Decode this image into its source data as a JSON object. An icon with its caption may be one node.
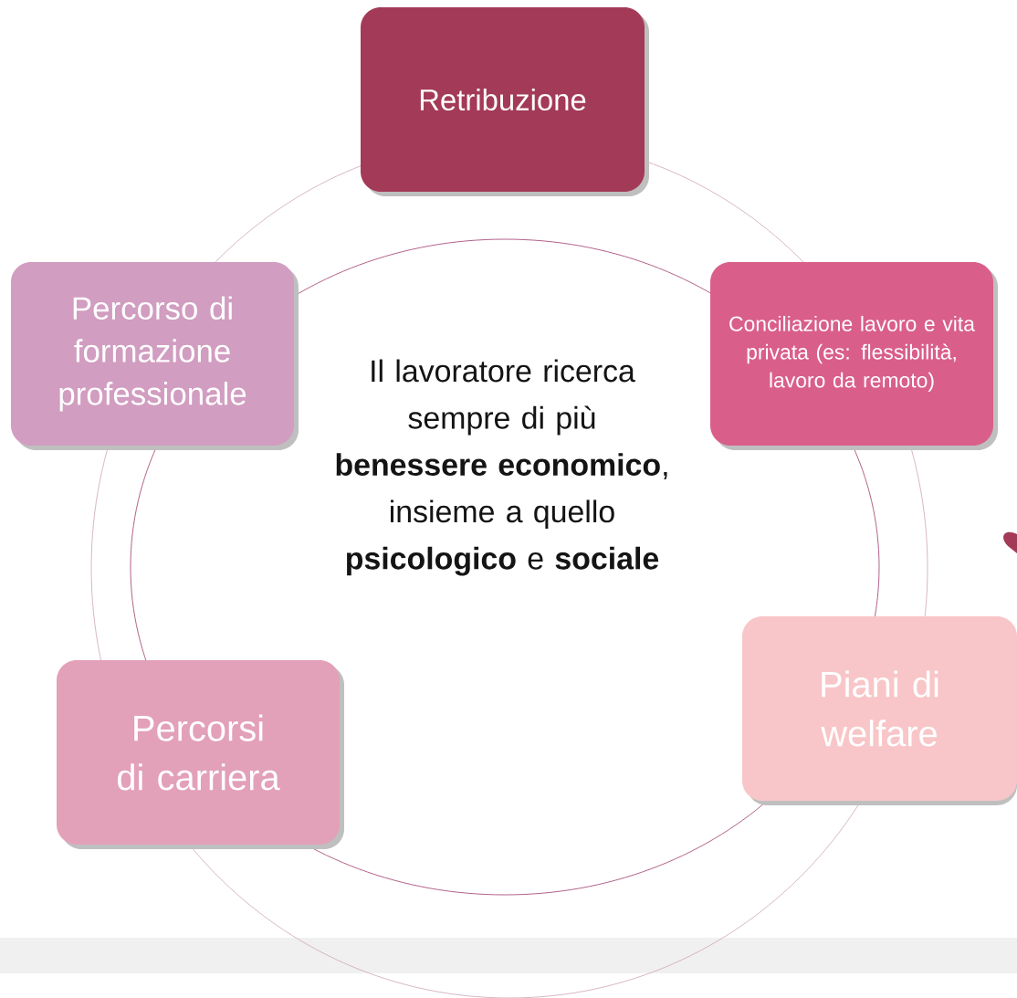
{
  "diagram": {
    "nodes": [
      {
        "text": [
          "Retribuzione"
        ]
      },
      {
        "text": [
          "Conciliazione lavoro e vita privata (es: flessibilità, lavoro da remoto)"
        ]
      },
      {
        "text": [
          "Piani di welfare"
        ]
      },
      {
        "text": [
          "Percorsi di carriera"
        ]
      },
      {
        "text": [
          "Percorso di formazione professionale"
        ]
      }
    ],
    "labels": [
      "Il lavoratore ricerca sempre di più **benessere economico**, insieme a quello **psicologico** e **sociale**"
    ]
  }
}
